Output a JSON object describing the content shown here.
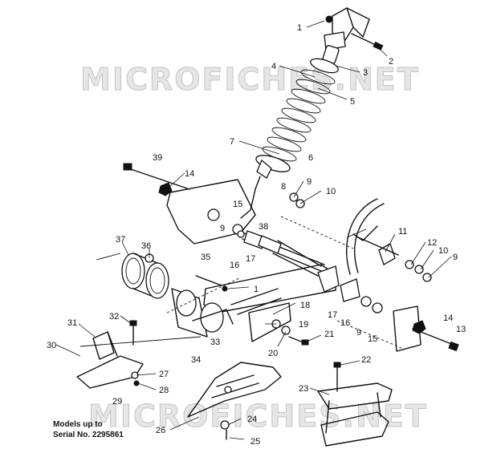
{
  "watermark": {
    "top": "MICROFICHES.NET",
    "bottom": "MICROFICHES.NET"
  },
  "note": {
    "line1": "Models up to",
    "line2": "Serial   No. 2295861"
  },
  "callouts": {
    "c1a": "1",
    "c2": "2",
    "c3": "3",
    "c4": "4",
    "c5": "5",
    "c6": "6",
    "c7": "7",
    "c8": "8",
    "c39": "39",
    "c14a": "14",
    "c9a": "9",
    "c10a": "10",
    "c15a": "15",
    "c9b": "9",
    "c38": "38",
    "c11": "11",
    "c12": "12",
    "c10b": "10",
    "c9c": "9",
    "c37": "37",
    "c36": "36",
    "c35": "35",
    "c16a": "16",
    "c17a": "17",
    "c1b": "1",
    "c18": "18",
    "c17b": "17",
    "c16b": "16",
    "c9d": "9",
    "c15b": "15",
    "c14b": "14",
    "c13": "13",
    "c32": "32",
    "c31": "31",
    "c19": "19",
    "c21": "21",
    "c30": "30",
    "c33": "33",
    "c34": "34",
    "c20": "20",
    "c22": "22",
    "c27": "27",
    "c28": "28",
    "c29": "29",
    "c23": "23",
    "c24": "24",
    "c26": "26",
    "c25": "25"
  }
}
